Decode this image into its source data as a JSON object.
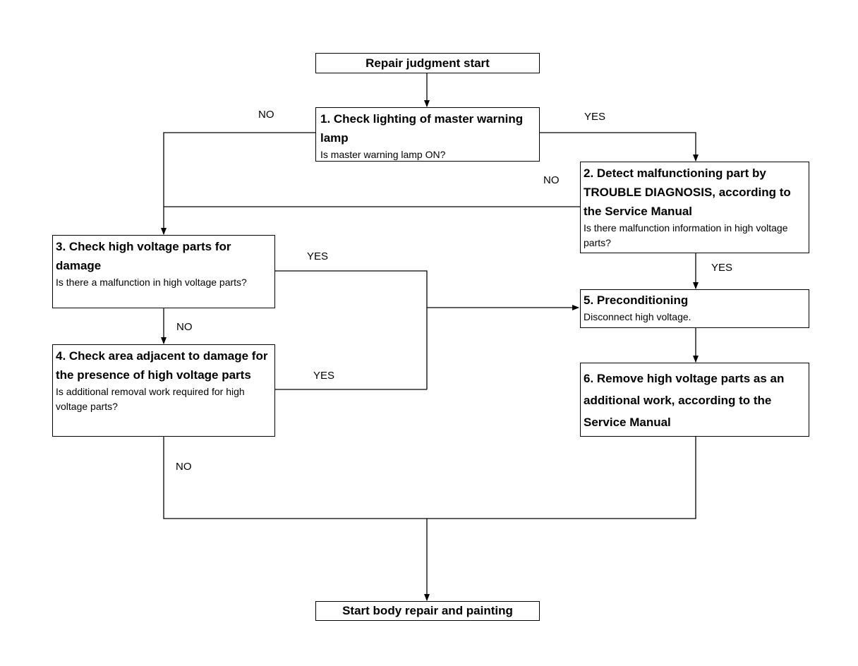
{
  "nodes": {
    "start": {
      "title": "Repair judgment start"
    },
    "step1": {
      "title": "1. Check lighting of master warning lamp",
      "question": "Is master warning lamp ON?"
    },
    "step2": {
      "title": "2. Detect malfunctioning part by TROUBLE DIAGNOSIS, according to the Service Manual",
      "question": "Is there malfunction information in high voltage parts?"
    },
    "step3": {
      "title": "3. Check high voltage parts for damage",
      "question": "Is there a malfunction in high voltage parts?"
    },
    "step4": {
      "title": "4. Check area adjacent to damage for the presence of high voltage parts",
      "question": "Is additional removal work required for high voltage parts?"
    },
    "step5": {
      "title": "5. Preconditioning",
      "question": "Disconnect high voltage."
    },
    "step6": {
      "title": "6. Remove high voltage parts as an additional work, according to the Service Manual"
    },
    "end": {
      "title": "Start body repair and painting"
    }
  },
  "labels": {
    "s1_no": "NO",
    "s1_yes": "YES",
    "s2_no": "NO",
    "s2_yes": "YES",
    "s3_yes": "YES",
    "s3_no": "NO",
    "s4_yes": "YES",
    "s4_no": "NO"
  }
}
